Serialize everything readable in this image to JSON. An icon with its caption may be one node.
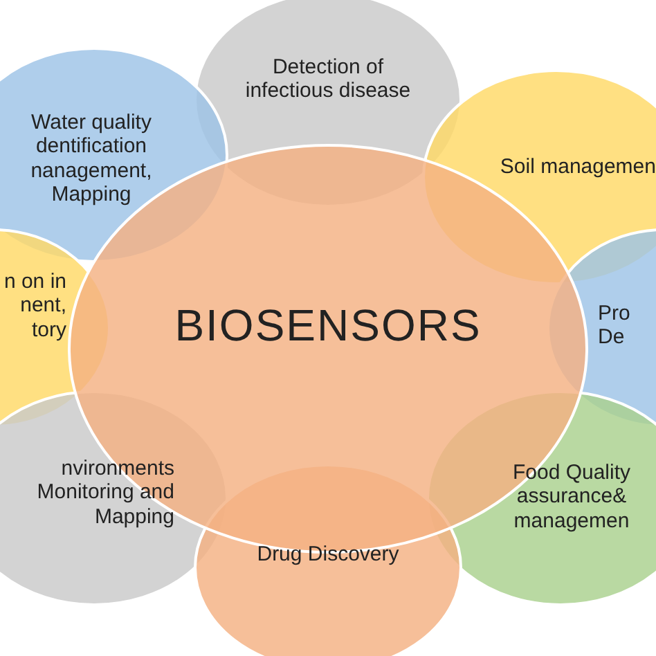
{
  "diagram": {
    "nodes": [
      {
        "text": [
          "Detection of infectious disease"
        ]
      },
      {
        "text": [
          "Water quality dentification nanagement, Mapping"
        ]
      },
      {
        "text": [
          "Soil managemen"
        ]
      },
      {
        "text": [
          "n on in nent, tory"
        ]
      },
      {
        "text": [
          "BIOSENSORS"
        ]
      },
      {
        "text": [
          "Pro De"
        ]
      },
      {
        "text": [
          "nvironments Monitoring and Mapping"
        ]
      },
      {
        "text": [
          "Food Quality assurance& managemen"
        ]
      },
      {
        "text": [
          "Drug Discovery"
        ]
      }
    ]
  }
}
